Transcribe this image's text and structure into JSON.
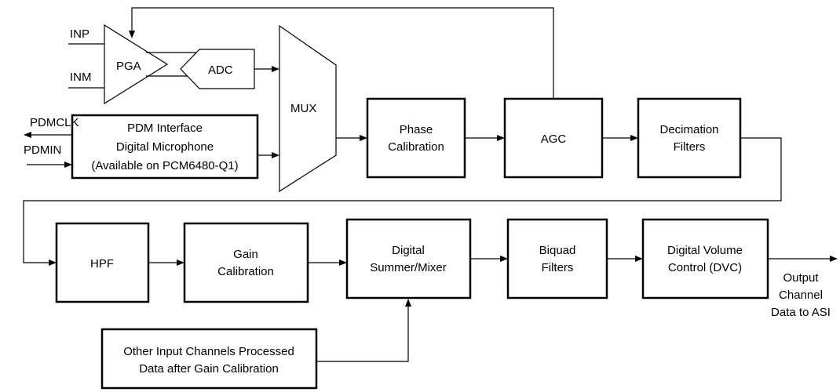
{
  "signals": {
    "inp": "INP",
    "inm": "INM",
    "pdmclk": "PDMCLK",
    "pdmin": "PDMIN"
  },
  "blocks": {
    "pga": "PGA",
    "adc": "ADC",
    "mux": "MUX",
    "pdm": [
      "PDM Interface",
      "Digital Microphone",
      "(Available on PCM6480-Q1)"
    ],
    "phase_calibration": [
      "Phase",
      "Calibration"
    ],
    "agc": "AGC",
    "decimation_filters": [
      "Decimation",
      "Filters"
    ],
    "hpf": "HPF",
    "gain_calibration": [
      "Gain",
      "Calibration"
    ],
    "digital_summer_mixer": [
      "Digital",
      "Summer/Mixer"
    ],
    "biquad_filters": [
      "Biquad",
      "Filters"
    ],
    "digital_volume_control": [
      "Digital Volume",
      "Control (DVC)"
    ],
    "other_inputs": [
      "Other Input Channels Processed",
      "Data after Gain Calibration"
    ]
  },
  "output": [
    "Output",
    "Channel",
    "Data to ASI"
  ]
}
